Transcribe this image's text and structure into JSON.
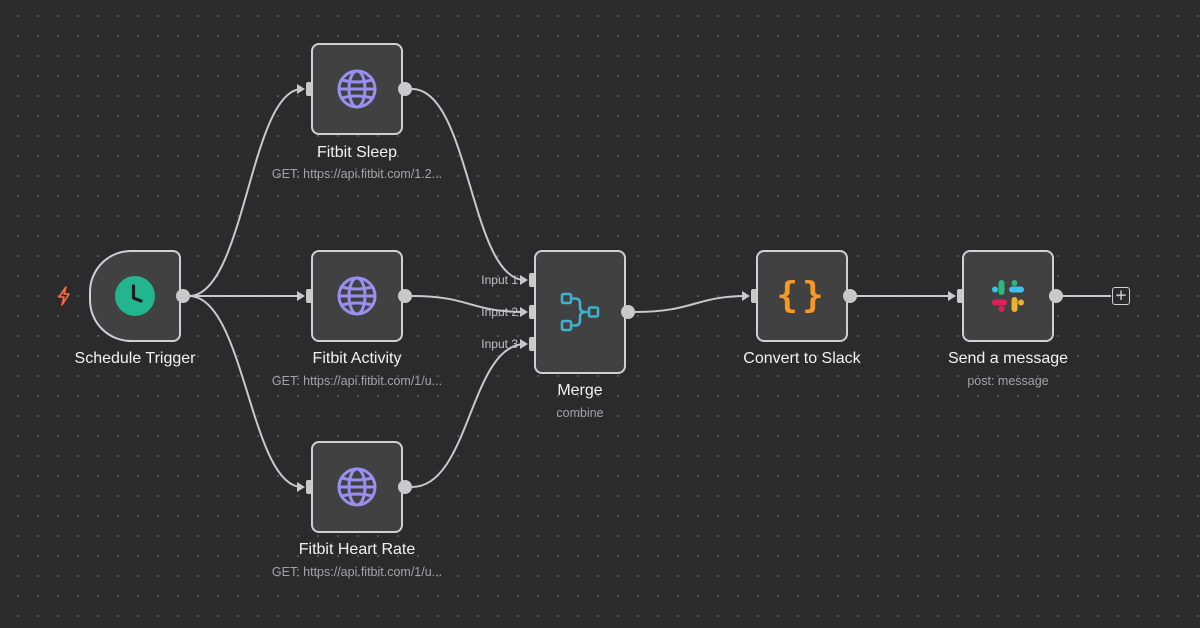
{
  "colors": {
    "canvas_bg": "#2b2b2b",
    "node_bg": "#414141",
    "node_border": "#cfcfd4",
    "connector": "#c9c9cd",
    "trigger_accent": "#22b58f",
    "http_accent": "#9a8ff0",
    "merge_accent": "#3fb1cf",
    "code_accent": "#f59a1f",
    "bolt_accent": "#ff6b47"
  },
  "nodes": {
    "schedule": {
      "label": "Schedule Trigger",
      "icon": "clock-icon"
    },
    "sleep": {
      "label": "Fitbit Sleep",
      "subtitle": "GET: https://api.fitbit.com/1.2...",
      "icon": "globe-icon"
    },
    "activity": {
      "label": "Fitbit Activity",
      "subtitle": "GET: https://api.fitbit.com/1/u...",
      "icon": "globe-icon"
    },
    "heart": {
      "label": "Fitbit Heart Rate",
      "subtitle": "GET: https://api.fitbit.com/1/u...",
      "icon": "globe-icon"
    },
    "merge": {
      "label": "Merge",
      "subtitle": "combine",
      "icon": "merge-icon",
      "inputs": [
        "Input 1",
        "Input 2",
        "Input 3"
      ]
    },
    "convert": {
      "label": "Convert to Slack",
      "icon": "code-braces-icon",
      "icon_text": "{}"
    },
    "slack": {
      "label": "Send a message",
      "subtitle": "post: message",
      "icon": "slack-icon"
    }
  },
  "add_node": {
    "symbol": "+"
  }
}
